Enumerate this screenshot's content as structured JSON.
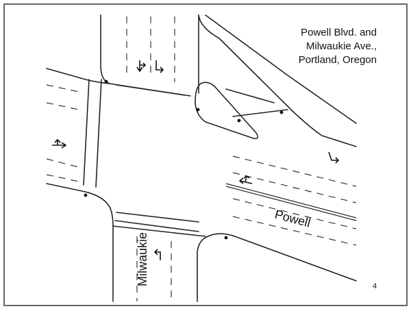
{
  "title": {
    "line1": "Powell Blvd. and",
    "line2": "Milwaukie Ave.,",
    "line3": "Portland, Oregon"
  },
  "streets": {
    "powell": "Powell",
    "milwaukie": "Milwaukie"
  },
  "page_number": "4",
  "arrow_icons": [
    "left-through-arrow-icon",
    "right-turn-arrow-icon",
    "left-turn-arrow-icon"
  ]
}
